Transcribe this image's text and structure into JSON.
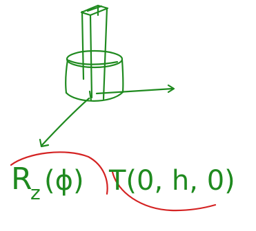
{
  "colors": {
    "ink": "#1f8a1f",
    "highlight": "#d42222",
    "background": "#ffffff"
  },
  "formula": {
    "rotation": "R",
    "rotation_sub": "z",
    "rotation_arg": "(ϕ)",
    "translation": "T(0, h, 0)"
  }
}
